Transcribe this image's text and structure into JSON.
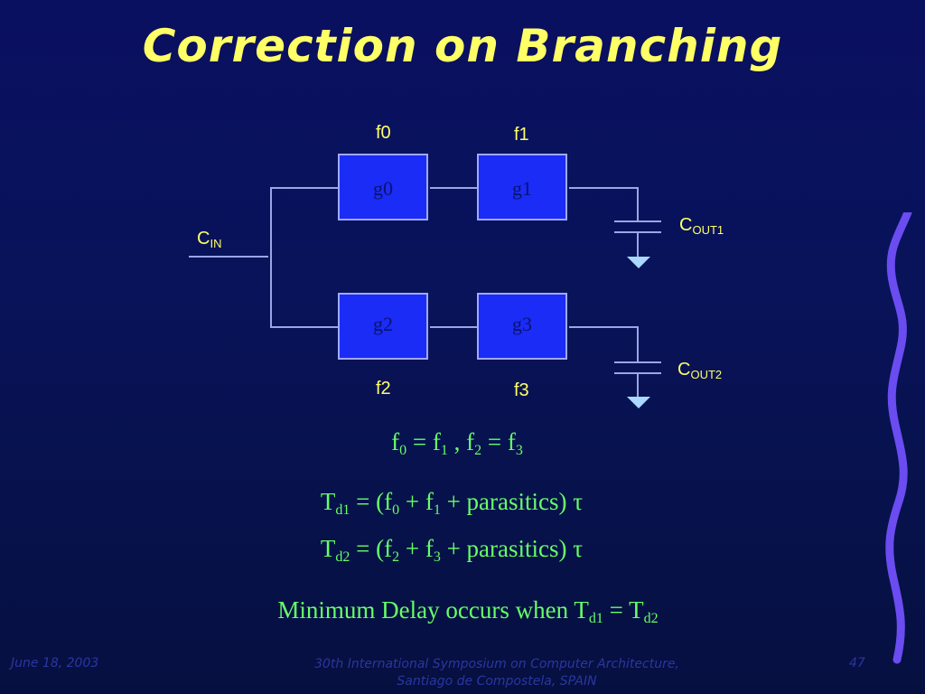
{
  "slide": {
    "title": "Correction on Branching"
  },
  "diagram": {
    "effort_labels": {
      "f0": "f0",
      "f1": "f1",
      "f2": "f2",
      "f3": "f3"
    },
    "gates": {
      "g0": "g0",
      "g1": "g1",
      "g2": "g2",
      "g3": "g3"
    },
    "input": {
      "base": "C",
      "sub": "IN"
    },
    "out1": {
      "base": "C",
      "sub": "OUT1"
    },
    "out2": {
      "base": "C",
      "sub": "OUT2"
    }
  },
  "equations": {
    "eq1": {
      "f": "f",
      "s0": "0",
      "eq": " = f",
      "s1": "1",
      "mid": " , f",
      "s2": "2",
      "eq2": " = f",
      "s3": "3"
    },
    "eq2": {
      "T": "T",
      "sub": "d1",
      "a": " = (f",
      "s0": "0",
      "b": " + f",
      "s1": "1",
      "c": " + parasitics) τ"
    },
    "eq3": {
      "T": "T",
      "sub": "d2",
      "a": " = (f",
      "s0": "2",
      "b": " + f",
      "s1": "3",
      "c": " + parasitics) τ"
    },
    "eq4": {
      "text": "Minimum Delay occurs when T",
      "sub1": "d1",
      "mid": " = T",
      "sub2": "d2"
    }
  },
  "footer": {
    "date": "June 18, 2003",
    "venue_line1": "30th International Symposium on Computer Architecture,",
    "venue_line2": "Santiago de Compostela, SPAIN",
    "page": "47"
  },
  "colors": {
    "title": "#ffff66",
    "equations": "#66ff66",
    "gate_fill": "#1a2cf5",
    "wire": "#9aa6e6",
    "footer": "#2a36a0",
    "squiggle": "#6a4cf0"
  }
}
